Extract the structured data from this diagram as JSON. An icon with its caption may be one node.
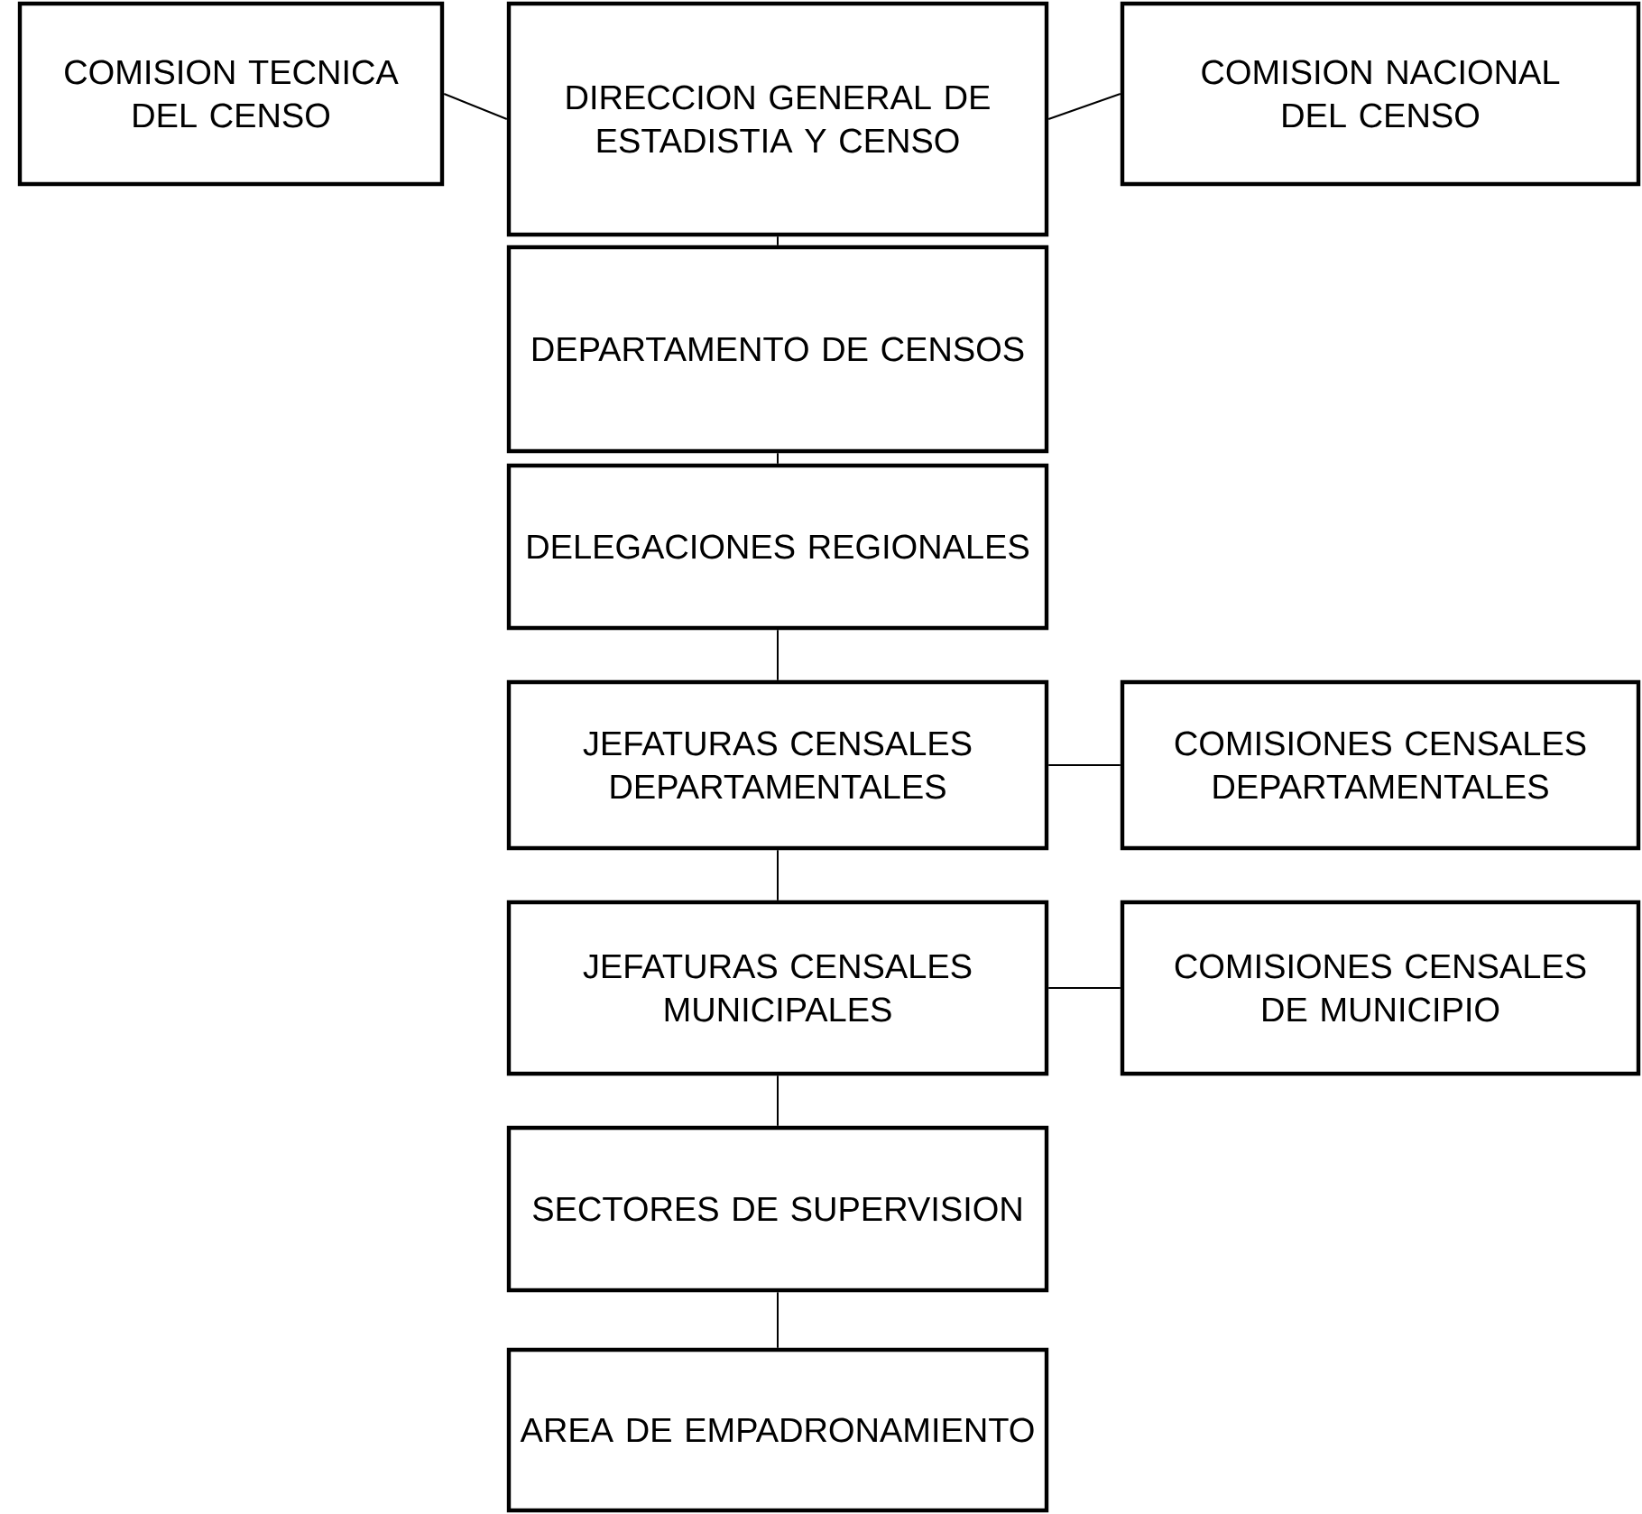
{
  "diagram": {
    "nodes": [
      {
        "text": [
          "COMISION TECNICA DEL CENSO"
        ]
      },
      {
        "text": [
          "DIRECCION GENERAL DE ESTADISTIA Y CENSO"
        ]
      },
      {
        "text": [
          "COMISION NACIONAL DEL CENSO"
        ]
      },
      {
        "text": [
          "DEPARTAMENTO DE CENSOS"
        ]
      },
      {
        "text": [
          "DELEGACIONES REGIONALES"
        ]
      },
      {
        "text": [
          "JEFATURAS CENSALES DEPARTAMENTALES"
        ]
      },
      {
        "text": [
          "COMISIONES CENSALES DEPARTAMENTALES"
        ]
      },
      {
        "text": [
          "JEFATURAS CENSALES MUNICIPALES"
        ]
      },
      {
        "text": [
          "COMISIONES CENSALES DE MUNICIPIO"
        ]
      },
      {
        "text": [
          "SECTORES DE SUPERVISION"
        ]
      },
      {
        "text": [
          "AREA DE EMPADRONAMIENTO"
        ]
      }
    ],
    "edges": [
      {
        "from": 0,
        "to": 1,
        "arrow": "none"
      },
      {
        "from": 1,
        "to": 2,
        "arrow": "none"
      },
      {
        "from": 1,
        "to": 3,
        "arrow": "none"
      },
      {
        "from": 3,
        "to": 4,
        "arrow": "none"
      },
      {
        "from": 4,
        "to": 5,
        "arrow": "none"
      },
      {
        "from": 5,
        "to": 6,
        "arrow": "none"
      },
      {
        "from": 5,
        "to": 7,
        "arrow": "none"
      },
      {
        "from": 7,
        "to": 8,
        "arrow": "none"
      },
      {
        "from": 7,
        "to": 9,
        "arrow": "none"
      },
      {
        "from": 9,
        "to": 10,
        "arrow": "none"
      }
    ]
  }
}
